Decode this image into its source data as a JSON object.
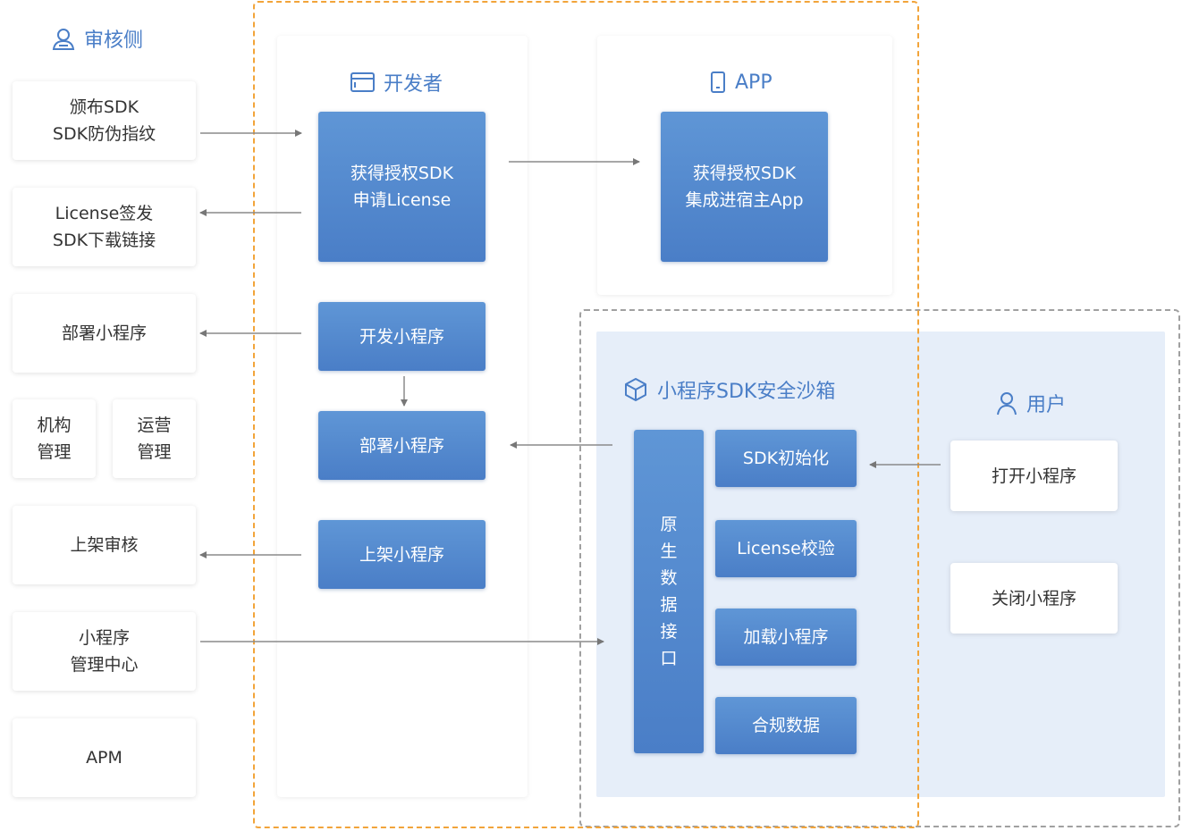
{
  "colors": {
    "accent": "#4a7ec7",
    "orange_dash": "#f0a030",
    "gray_dash": "#999999",
    "sandbox_bg": "#e6eef9"
  },
  "review": {
    "title": "审核侧",
    "items": {
      "publish_sdk": "颁布SDK\nSDK防伪指纹",
      "license_issue": "License签发\nSDK下载链接",
      "deploy": "部署小程序",
      "org_manage": "机构\n管理",
      "ops_manage": "运营\n管理",
      "listing_review": "上架审核",
      "mini_center": "小程序\n管理中心",
      "apm": "APM"
    }
  },
  "developer": {
    "title": "开发者",
    "get_sdk": "获得授权SDK\n申请License",
    "develop": "开发小程序",
    "deploy": "部署小程序",
    "publish": "上架小程序"
  },
  "app": {
    "title": "APP",
    "integrate": "获得授权SDK\n集成进宿主App"
  },
  "sandbox": {
    "title": "小程序SDK安全沙箱",
    "native_api": "原生数据接口",
    "sdk_init": "SDK初始化",
    "license_check": "License校验",
    "load_mini": "加载小程序",
    "compliance": "合规数据"
  },
  "user": {
    "title": "用户",
    "open": "打开小程序",
    "close": "关闭小程序"
  }
}
